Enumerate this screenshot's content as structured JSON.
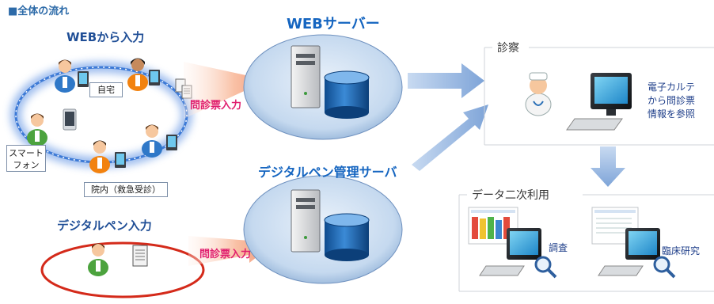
{
  "title": "■全体の流れ",
  "web_input": {
    "heading": "WEBから入力",
    "home_label": "自宅",
    "smartphone_label": "スマート\nフォン",
    "hospital_label": "院内（救急受診）"
  },
  "pen_input": {
    "heading": "デジタルペン入力"
  },
  "arrows": {
    "questionnaire_top": "問診票入力",
    "questionnaire_bottom": "問診票入力"
  },
  "servers": {
    "web": "WEBサーバー",
    "pen": "デジタルペン管理サーバ"
  },
  "consultation": {
    "heading": "診察",
    "description": "電子カルテ\nから問診票\n情報を参照"
  },
  "secondary_use": {
    "heading": "データ二次利用",
    "survey": "調査",
    "clinical_research": "臨床研究"
  },
  "colors": {
    "server_blue": "#1565c0",
    "pink_text": "#e01e6e",
    "ellipse_red": "#d42a1a",
    "glow_blue": "#3d7ad6",
    "arrow_blue": "#8fb3e0"
  }
}
